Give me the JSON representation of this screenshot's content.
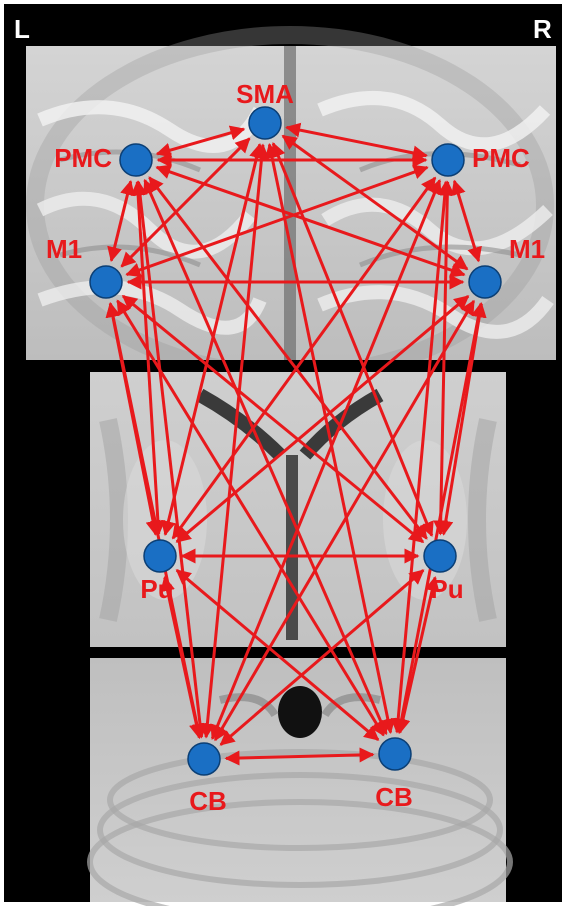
{
  "hemisphere_labels": {
    "left": "L",
    "right": "R"
  },
  "colors": {
    "connection": "#e8191c",
    "node_fill": "#1a6fc4",
    "node_stroke": "#0b3f75",
    "label": "#e8191c",
    "corner_label": "#ffffff",
    "background": "#000000"
  },
  "nodes": [
    {
      "id": "sma",
      "label": "SMA",
      "region": "supplementary motor area",
      "side": "midline"
    },
    {
      "id": "pmc_l",
      "label": "PMC",
      "region": "premotor cortex",
      "side": "left"
    },
    {
      "id": "pmc_r",
      "label": "PMC",
      "region": "premotor cortex",
      "side": "right"
    },
    {
      "id": "m1_l",
      "label": "M1",
      "region": "primary motor cortex",
      "side": "left"
    },
    {
      "id": "m1_r",
      "label": "M1",
      "region": "primary motor cortex",
      "side": "right"
    },
    {
      "id": "pu_l",
      "label": "Pu",
      "region": "putamen",
      "side": "left"
    },
    {
      "id": "pu_r",
      "label": "Pu",
      "region": "putamen",
      "side": "right"
    },
    {
      "id": "cb_l",
      "label": "CB",
      "region": "cerebellum",
      "side": "left"
    },
    {
      "id": "cb_r",
      "label": "CB",
      "region": "cerebellum",
      "side": "right"
    }
  ],
  "connections_type": "bidirectional, fully connected"
}
